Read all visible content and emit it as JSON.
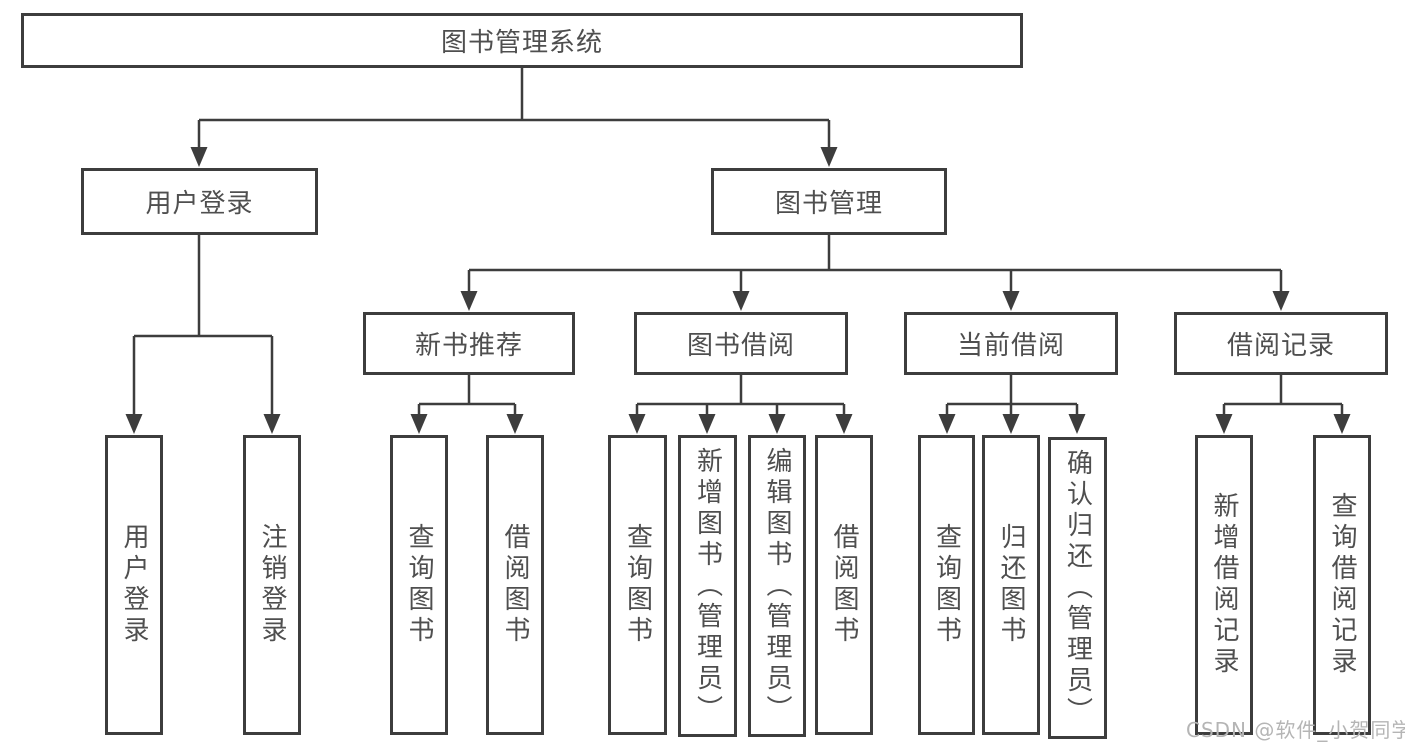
{
  "root": {
    "label": "图书管理系统"
  },
  "level2": {
    "user_login": {
      "label": "用户登录"
    },
    "book_mgmt": {
      "label": "图书管理"
    }
  },
  "level3": {
    "new_books": {
      "label": "新书推荐"
    },
    "borrowing": {
      "label": "图书借阅"
    },
    "current": {
      "label": "当前借阅"
    },
    "records": {
      "label": "借阅记录"
    }
  },
  "level4": {
    "user_login": [
      "用户登录",
      "注销登录"
    ],
    "new_books": [
      "查询图书",
      "借阅图书"
    ],
    "borrowing": [
      "查询图书",
      "新增图书（管理员）",
      "编辑图书（管理员）",
      "借阅图书"
    ],
    "current": [
      "查询图书",
      "归还图书",
      "确认归还（管理员）"
    ],
    "records": [
      "新增借阅记录",
      "查询借阅记录"
    ]
  },
  "watermark": "CSDN @软件_小贺同学",
  "colors": {
    "line": "#3d3d3d",
    "border": "#3d3d3d",
    "text": "#4f4f4f",
    "box_bg": "#ffffff",
    "watermark": "#b5b5b5",
    "background": "#ffffff"
  }
}
